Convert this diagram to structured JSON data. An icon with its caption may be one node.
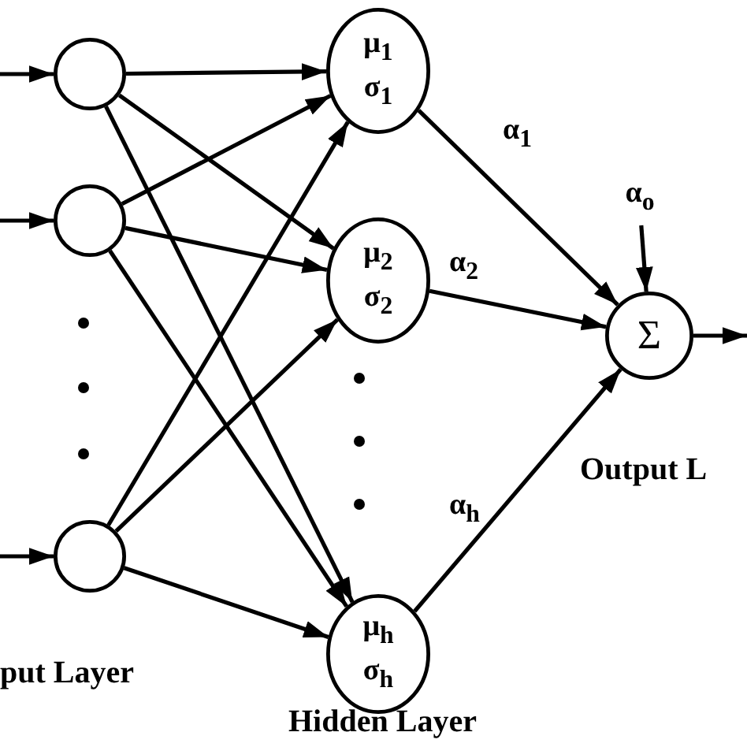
{
  "diagram": {
    "nodes": [
      {
        "text": [],
        "shape": "circle"
      },
      {
        "text": [],
        "shape": "circle"
      },
      {
        "text": [],
        "shape": "circle"
      },
      {
        "text": [
          "μ$_{1}$",
          "σ$_{1}$"
        ]
      },
      {
        "text": [
          "μ$_{2}$",
          "σ$_{2}$"
        ]
      },
      {
        "text": [
          "μ$_{h}$",
          "σ$_{h}$"
        ]
      },
      {
        "text": [
          "Σ"
        ]
      },
      {
        "text": [
          "α$_{o}$"
        ]
      }
    ],
    "edges": [
      {
        "from": null,
        "to": 0,
        "arrow": "to"
      },
      {
        "from": null,
        "to": 1,
        "arrow": "to"
      },
      {
        "from": null,
        "to": 2,
        "arrow": "to"
      },
      {
        "from": 0,
        "to": 3,
        "arrow": "to"
      },
      {
        "from": 0,
        "to": 4,
        "arrow": "to"
      },
      {
        "from": 0,
        "to": 5,
        "arrow": "to"
      },
      {
        "from": 1,
        "to": 3,
        "arrow": "to"
      },
      {
        "from": 1,
        "to": 4,
        "arrow": "to"
      },
      {
        "from": 1,
        "to": 5,
        "arrow": "to"
      },
      {
        "from": 2,
        "to": 3,
        "arrow": "to"
      },
      {
        "from": 2,
        "to": 4,
        "arrow": "to"
      },
      {
        "from": 2,
        "to": 5,
        "arrow": "to"
      },
      {
        "from": 3,
        "to": 6,
        "arrow": "to",
        "label": "α$_{1}$"
      },
      {
        "from": 4,
        "to": 6,
        "arrow": "to",
        "label": "α$_{2}$"
      },
      {
        "from": 5,
        "to": 6,
        "arrow": "to",
        "label": "α$_{h}$"
      },
      {
        "from": 7,
        "to": 6,
        "arrow": "to"
      },
      {
        "from": 6,
        "to": null,
        "arrow": "to"
      }
    ],
    "labels": [
      "Output L",
      "put Layer",
      "Hidden Layer"
    ]
  }
}
